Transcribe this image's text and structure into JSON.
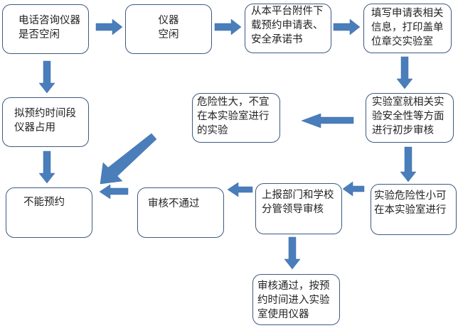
{
  "diagram": {
    "type": "flowchart",
    "colors": {
      "arrow": "#4a7ebb",
      "box_border": "#3d5a80",
      "text": "#222222"
    },
    "nodes": {
      "call_check": "电话咨询仪器\n是否空闲",
      "idle": "仪器\n空闲",
      "download": "从本平台附件下\n载预约申请表、\n安全承诺书",
      "fill_form": "填写申请表相关\n信息，打印盖单\n位章交实验室",
      "occupied": "拟预约时间段\n仪器占用",
      "high_risk": "危险性大，不宜\n在本实验室进行\n的实验",
      "lab_review": "实验室就相关实\n验安全性等方面\n进行初步审核",
      "cannot_book": "不能预约",
      "not_approved": "审核不通过",
      "dept_review": "上报部门和学校\n分管领导审核",
      "low_risk": "实验危险性小可\n在本实验室进行",
      "approved": "审核通过，按预\n约时间进入实验\n室使用仪器"
    },
    "edges": [
      [
        "call_check",
        "idle"
      ],
      [
        "idle",
        "download"
      ],
      [
        "download",
        "fill_form"
      ],
      [
        "fill_form",
        "lab_review"
      ],
      [
        "call_check",
        "occupied"
      ],
      [
        "occupied",
        "cannot_book"
      ],
      [
        "lab_review",
        "high_risk"
      ],
      [
        "high_risk",
        "cannot_book"
      ],
      [
        "lab_review",
        "low_risk"
      ],
      [
        "low_risk",
        "dept_review"
      ],
      [
        "dept_review",
        "not_approved"
      ],
      [
        "not_approved",
        "cannot_book"
      ],
      [
        "dept_review",
        "approved"
      ]
    ]
  }
}
